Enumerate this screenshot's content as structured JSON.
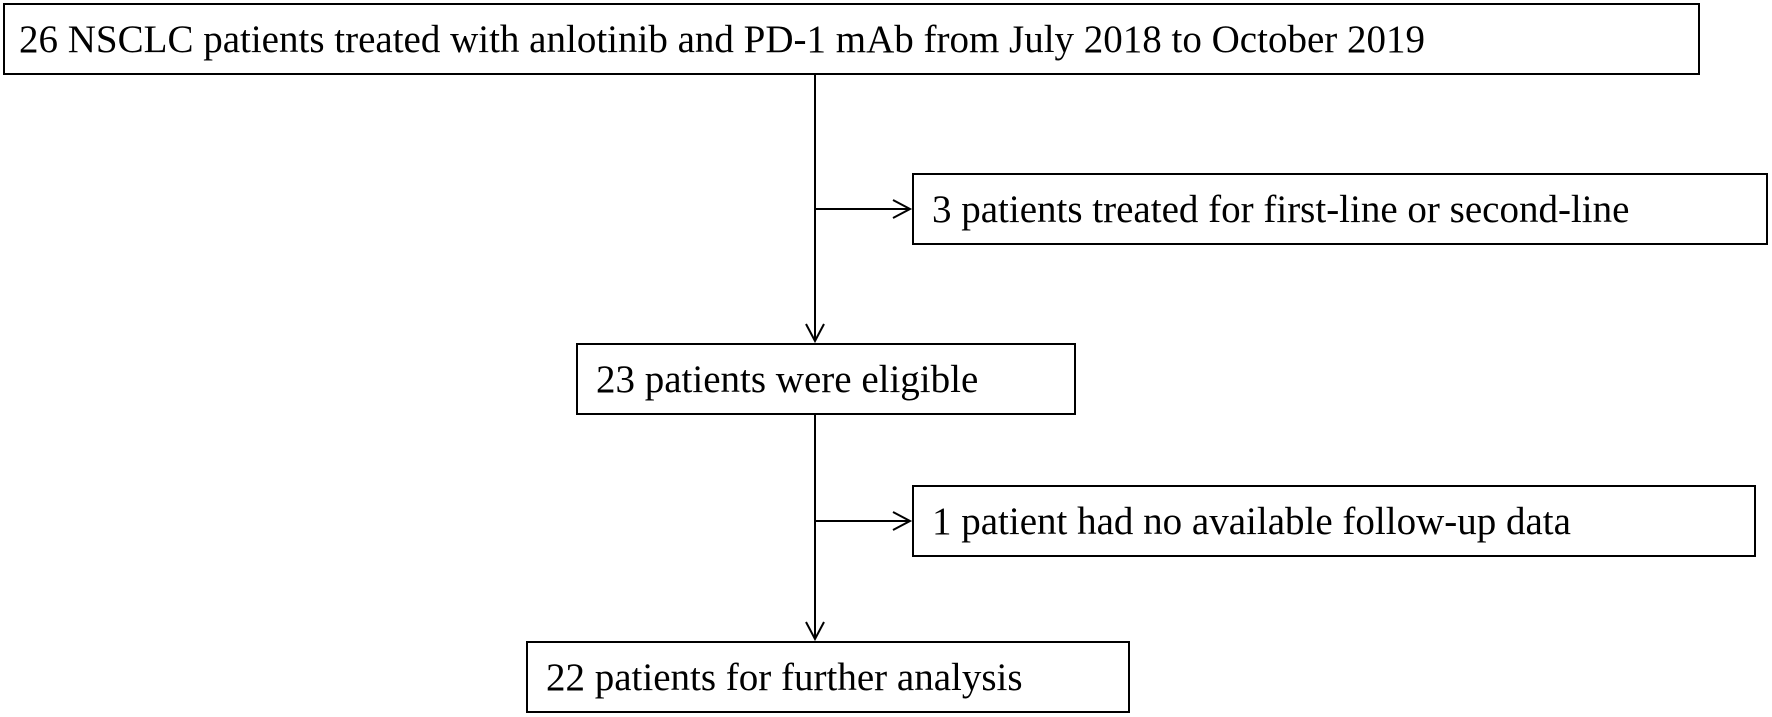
{
  "flowchart": {
    "top_box": "26 NSCLC patients treated with anlotinib and PD-1 mAb from July 2018 to October 2019",
    "exclusion_1": "3 patients treated for first-line or second-line",
    "eligible_box": "23 patients were eligible",
    "exclusion_2": "1 patient had no available follow-up data",
    "final_box": "22 patients for further analysis"
  }
}
